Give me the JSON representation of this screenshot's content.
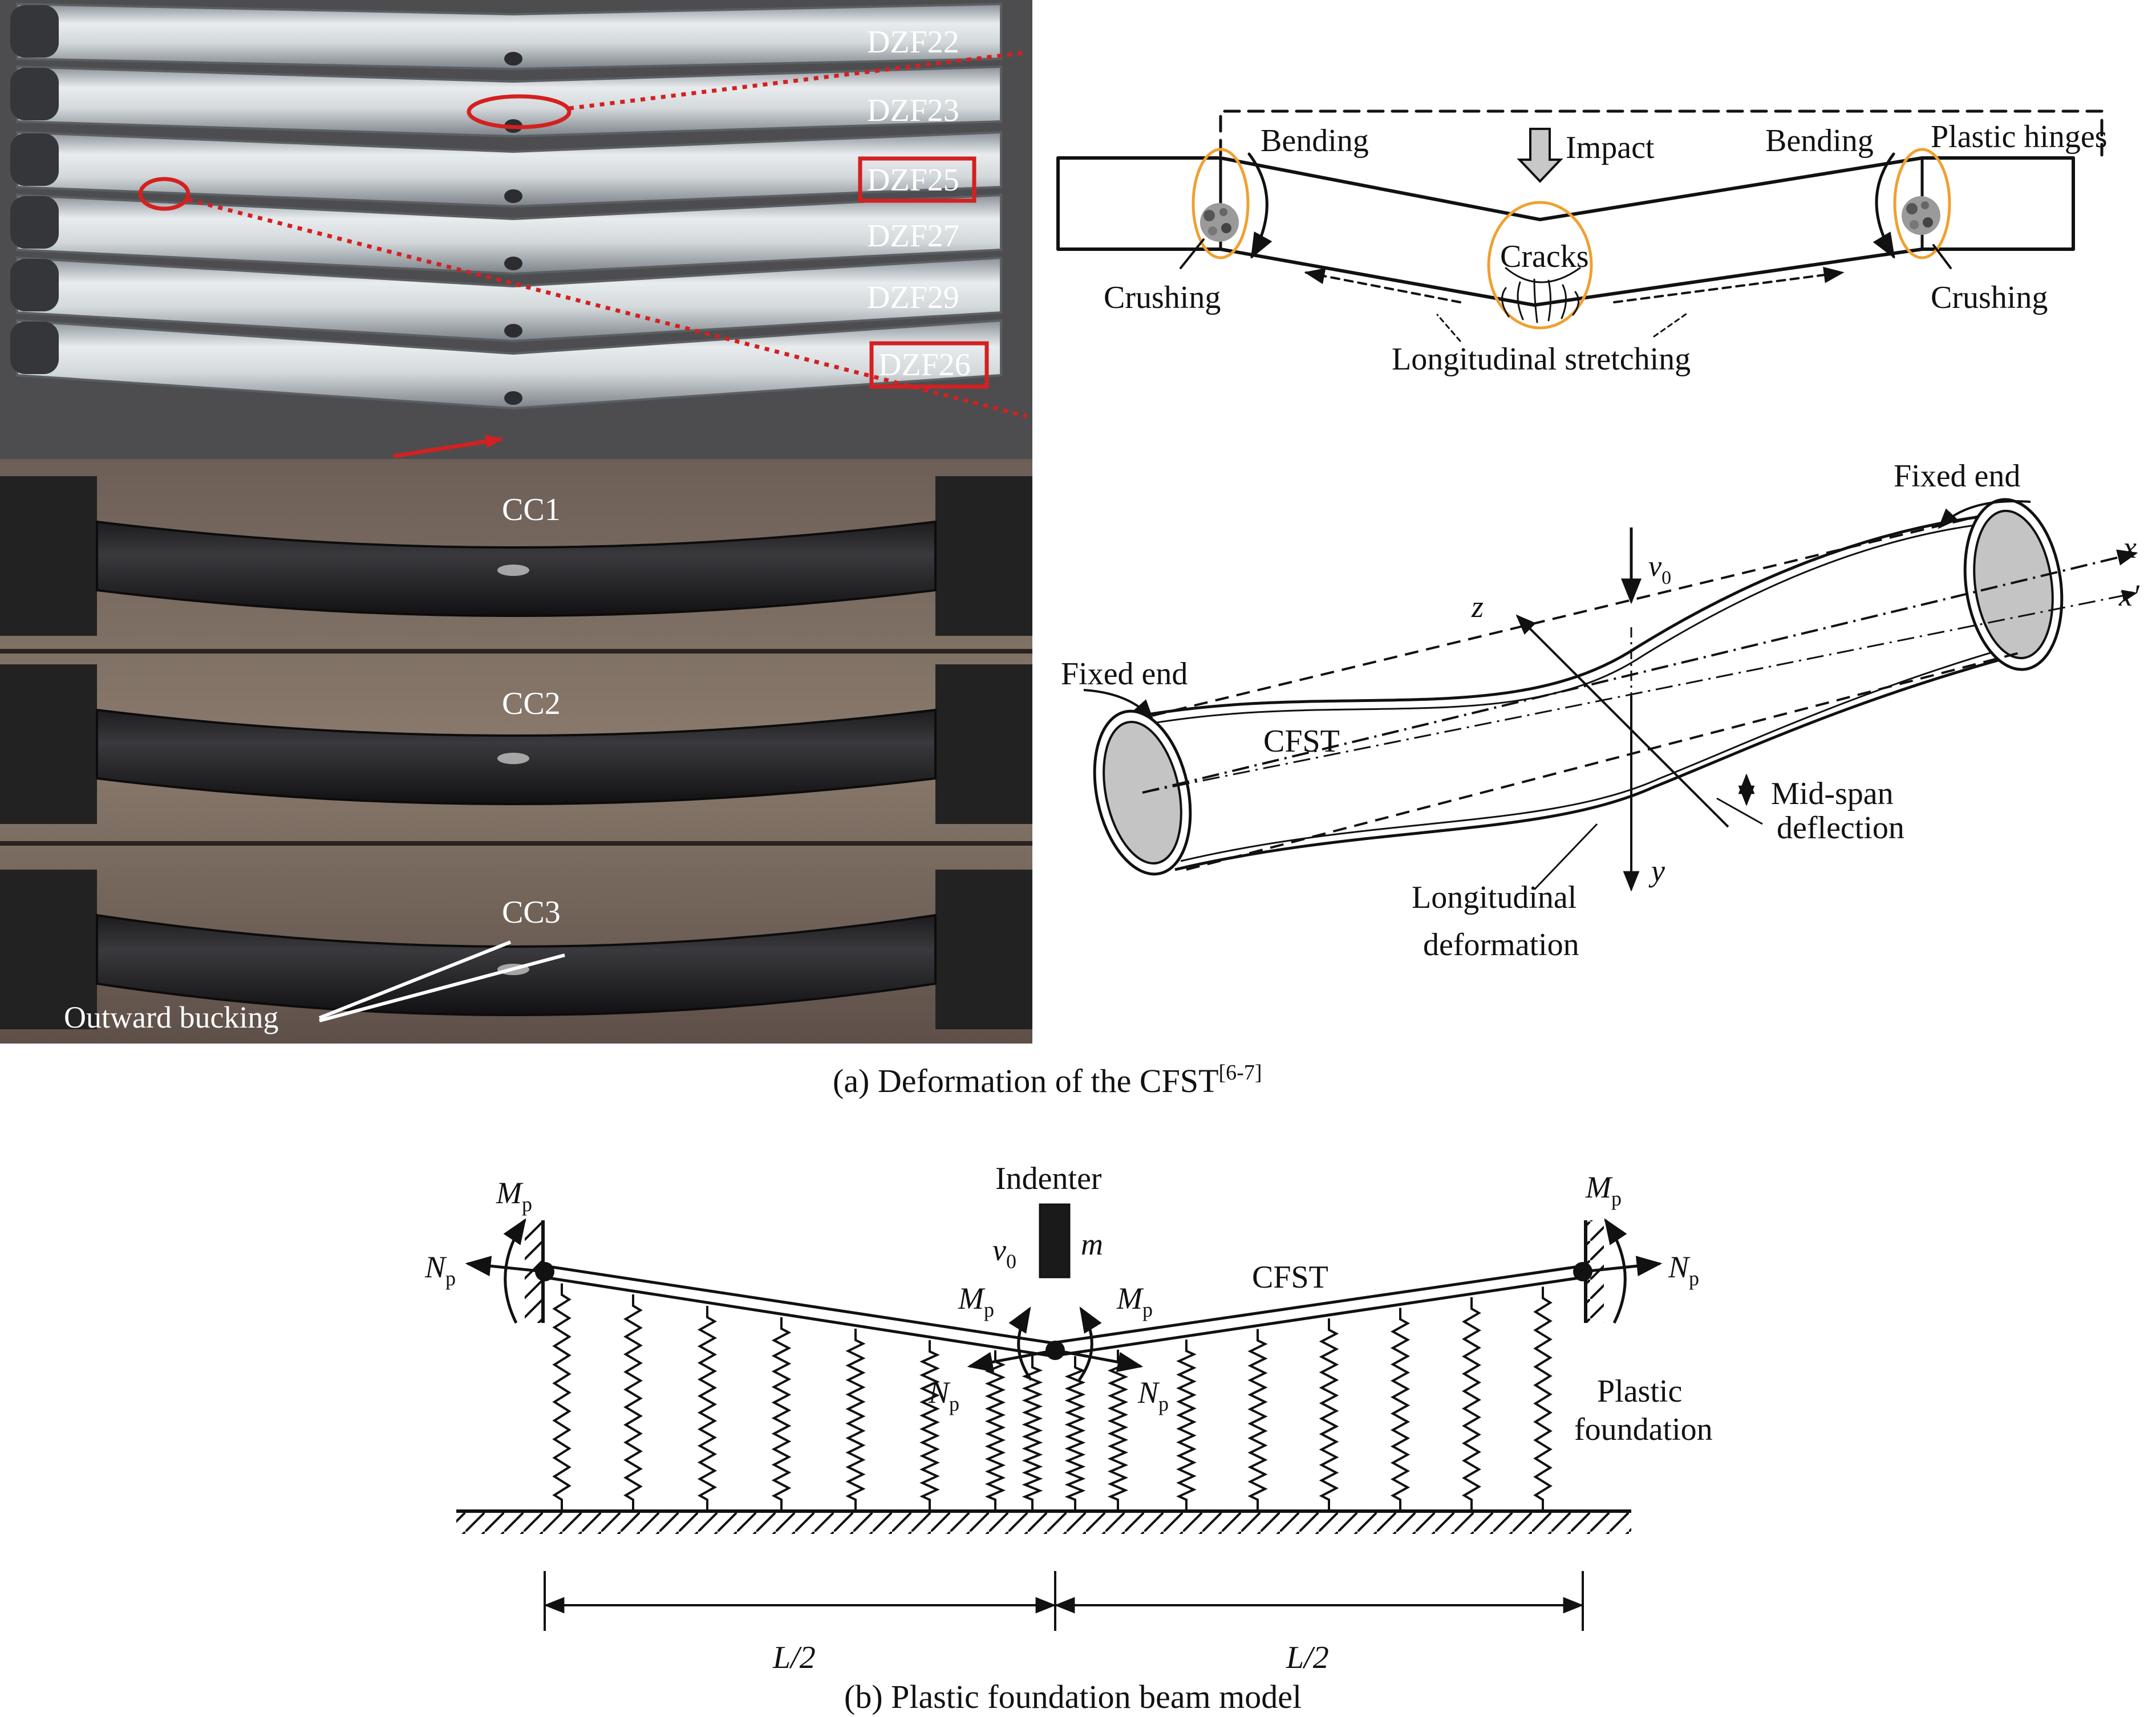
{
  "photos": {
    "specimens_top": [
      "DZF22",
      "DZF23",
      "DZF25",
      "DZF27",
      "DZF29",
      "DZF26"
    ],
    "specimens_bottom": [
      "CC1",
      "CC2",
      "CC3"
    ],
    "bucking_label": "Outward bucking"
  },
  "schematic": {
    "bending_left": "Bending",
    "impact": "Impact",
    "bending_right": "Bending",
    "plastic_hinges": "Plastic hinges",
    "cracks": "Cracks",
    "crushing_left": "Crushing",
    "crushing_right": "Crushing",
    "stretching": "Longitudinal stretching"
  },
  "tube3d": {
    "fixed_end_top": "Fixed end",
    "fixed_end_left": "Fixed end",
    "v0": "v",
    "v0_sub": "0",
    "x": "x",
    "xprime": "x′",
    "z": "z",
    "y": "y",
    "cfst": "CFST",
    "midspan_1": "Mid-span",
    "midspan_2": "deflection",
    "longdef_1": "Longitudinal",
    "longdef_2": "deformation"
  },
  "caption_a": "(a) Deformation of the CFST",
  "caption_a_ref": "[6-7]",
  "beam_model": {
    "indenter": "Indenter",
    "v0": "v",
    "v0_sub": "0",
    "m": "m",
    "cfst": "CFST",
    "M": "M",
    "N": "N",
    "sub_p": "p",
    "plastic_1": "Plastic",
    "plastic_2": "foundation",
    "half_left": "L/2",
    "half_right": "L/2"
  },
  "caption_b": "(b) Plastic foundation beam model",
  "colors": {
    "highlight_red": "#d42020",
    "hinge_orange": "#f0a030",
    "dark_photo_bg": "#3f3530",
    "grey_photo_bg": "#5a5a5a"
  }
}
